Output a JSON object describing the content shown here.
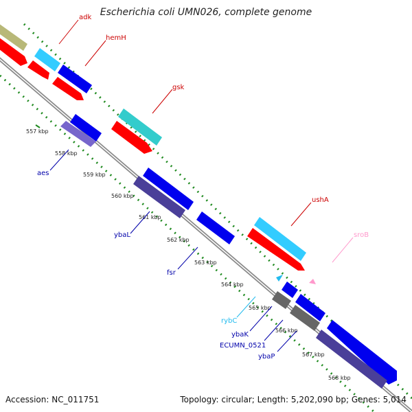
{
  "title": "Escherichia coli UMN026, complete genome",
  "footer": {
    "accession": "Accession: NC_011751",
    "summary": "Topology: circular; Length: 5,202,090 bp; Genes: 5,014"
  },
  "ticks": [
    "557 kbp",
    "558 kbp",
    "559 kbp",
    "560 kbp",
    "561 kbp",
    "562 kbp",
    "563 kbp",
    "564 kbp",
    "565 kbp",
    "566 kbp",
    "567 kbp",
    "568 kbp"
  ],
  "genes": {
    "adk": "adk",
    "hemH": "hemH",
    "gsk": "gsk",
    "ushA": "ushA",
    "sroB": "sroB",
    "aes": "aes",
    "ybaL": "ybaL",
    "fsr": "fsr",
    "rybC": "rybC",
    "ybaK": "ybaK",
    "ECUMN_0521": "ECUMN_0521",
    "ybaP": "ybaP"
  },
  "colors": {
    "backbone": "#8a8a8a",
    "tick_green": "#1f8a1f",
    "forward_red": "#ff0000",
    "forward_label": "#cc0000",
    "reverse_blue": "#0000ee",
    "reverse_label": "#0000aa",
    "cds_cyan": "#33ccff",
    "cds_teal": "#33cccc",
    "cog_olive": "#b8b878",
    "cog_purple": "#4a3f99",
    "cog_lavender": "#7766cc",
    "cog_gray": "#666666",
    "rna_cyan": "#22bbee",
    "rna_pink": "#ff99cc"
  }
}
